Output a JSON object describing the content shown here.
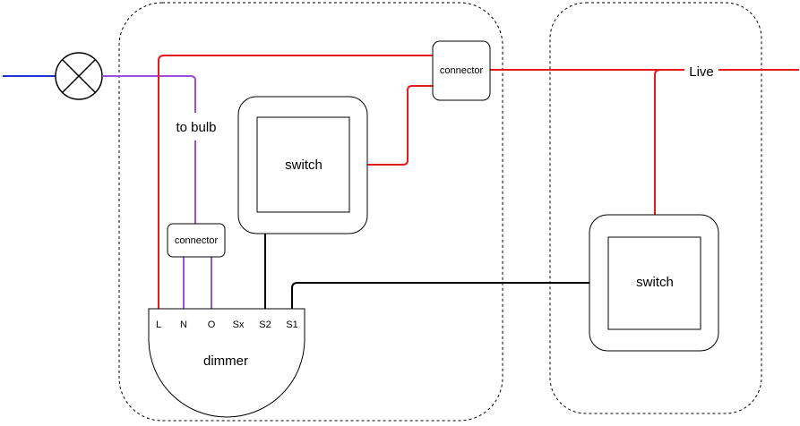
{
  "labels": {
    "to_bulb": "to bulb",
    "connector_top": "connector",
    "connector_left": "connector",
    "switch_left": "switch",
    "switch_right": "switch",
    "live": "Live",
    "dimmer": "dimmer",
    "terminal_L": "L",
    "terminal_N": "N",
    "terminal_O": "O",
    "terminal_Sx": "Sx",
    "terminal_S2": "S2",
    "terminal_S1": "S1"
  },
  "colors": {
    "live_wire": "#e8191e",
    "neutral_wire": "#1f2fd6",
    "bulb_wire": "#9b4ddb",
    "switch_wire": "#000000",
    "outline": "#000000",
    "background": "#ffffff"
  },
  "icons": {
    "bulb": "lamp-symbol-icon"
  }
}
